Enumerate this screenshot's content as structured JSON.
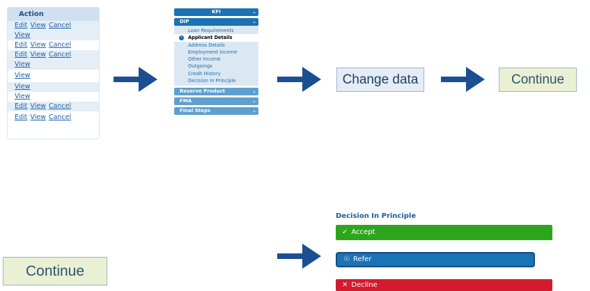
{
  "action_panel": {
    "header": "Action",
    "rows": [
      {
        "links": [
          "Edit",
          "View",
          "Cancel"
        ],
        "alt": true
      },
      {
        "links": [
          "View"
        ],
        "alt": true
      },
      {
        "links": [
          "Edit",
          "View",
          "Cancel"
        ],
        "alt": false
      },
      {
        "links": [
          "Edit",
          "View",
          "Cancel"
        ],
        "alt": true
      },
      {
        "links": [
          "View"
        ],
        "alt": true
      },
      {
        "links": [
          "View"
        ],
        "alt": false
      },
      {
        "links": [
          "View"
        ],
        "alt": true
      },
      {
        "links": [
          "View"
        ],
        "alt": false
      },
      {
        "links": [
          "Edit",
          "View",
          "Cancel"
        ],
        "alt": true
      },
      {
        "links": [
          "Edit",
          "View",
          "Cancel"
        ],
        "alt": false
      }
    ]
  },
  "nav": {
    "kfi": "KFI",
    "dip": "DIP",
    "dip_items": [
      "Loan Requirements",
      "Applicant Details",
      "Address Details",
      "Employment Income",
      "Other Income",
      "Outgoings",
      "Credit History",
      "Decision In Principle"
    ],
    "active_index": 1,
    "reserve": "Reserve Product",
    "fma": "FMA",
    "final": "Final Steps"
  },
  "buttons": {
    "change_data": "Change data",
    "continue_top": "Continue",
    "continue_bottom": "Continue"
  },
  "decision": {
    "title": "Decision In Principle",
    "accept": "Accept",
    "refer": "Refer",
    "decline": "Decline"
  },
  "colors": {
    "arrow": "#1b4f91",
    "accept": "#2ea51e",
    "refer": "#1b72b4",
    "decline": "#d31a2f"
  }
}
